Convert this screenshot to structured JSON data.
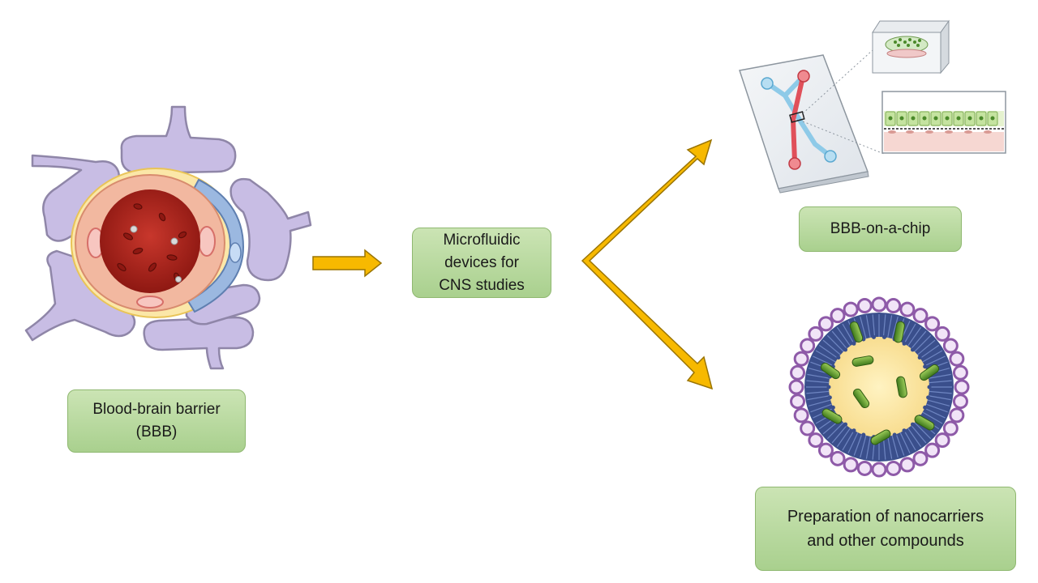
{
  "labels": {
    "bbb": {
      "line1": "Blood-brain barrier",
      "line2": "(BBB)"
    },
    "micro": {
      "line1": "Microfluidic",
      "line2": "devices for",
      "line3": "CNS studies"
    },
    "chip": {
      "line1": "BBB-on-a-chip"
    },
    "nano": {
      "line1": "Preparation of nanocarriers",
      "line2": "and other compounds"
    }
  },
  "colors": {
    "arrow_fill": "#f7b900",
    "arrow_stroke": "#9a7400",
    "box_fill_top": "#cbe4b4",
    "box_fill_bottom": "#a9d08e",
    "box_border": "#8fb870",
    "astrocyte": "#c8bde4",
    "astrocyte_stroke": "#8f86a8",
    "vessel_red": "#b3231c",
    "vessel_wall": "#f2b8a0",
    "pericyte_blue": "#9bb8e0",
    "channel_blue": "#8ecae8",
    "channel_red": "#e0505a",
    "liposome_head": "#8e5aa8",
    "liposome_core": "#fbe4a6",
    "drug_green": "#5a9a2a"
  },
  "icons": [
    "bbb-cross-section-illustration",
    "organ-chip-illustration",
    "liposome-nanocarrier-illustration",
    "arrow-right-icon",
    "arrow-fork-icon"
  ]
}
